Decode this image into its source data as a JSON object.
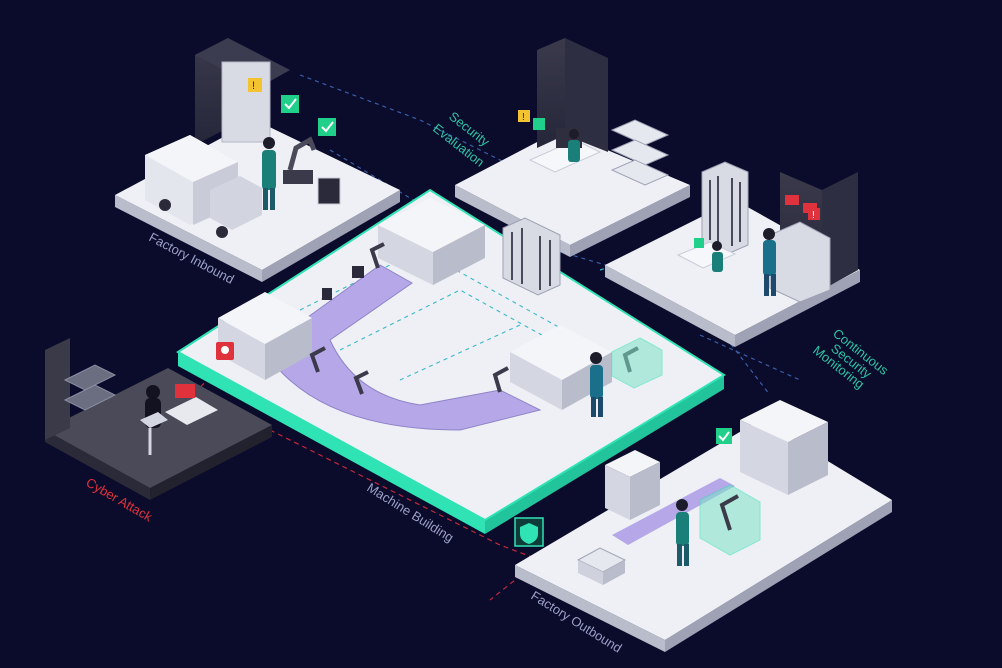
{
  "zones": {
    "inbound": "Factory Inbound",
    "security_eval": [
      "Security",
      "Evaluation"
    ],
    "monitoring": [
      "Continuous",
      "Security",
      "Monitoring"
    ],
    "machine": "Machine Building",
    "cyber": "Cyber Attack",
    "outbound": "Factory Outbound"
  },
  "colors": {
    "background": "#0b0b2b",
    "floor": "#eef0f5",
    "floor_side": "#b9bccb",
    "accent_teal": "#2fe3b5",
    "accent_green": "#2ec4a6",
    "threat_red": "#e0323c",
    "warning_yellow": "#f4c430",
    "conveyor_purple": "#b6a8e8"
  },
  "icons": {
    "ok": "check-icon",
    "warning": "warning-icon",
    "alert": "alert-icon",
    "threat": "skull-icon",
    "shield": "shield-icon"
  }
}
